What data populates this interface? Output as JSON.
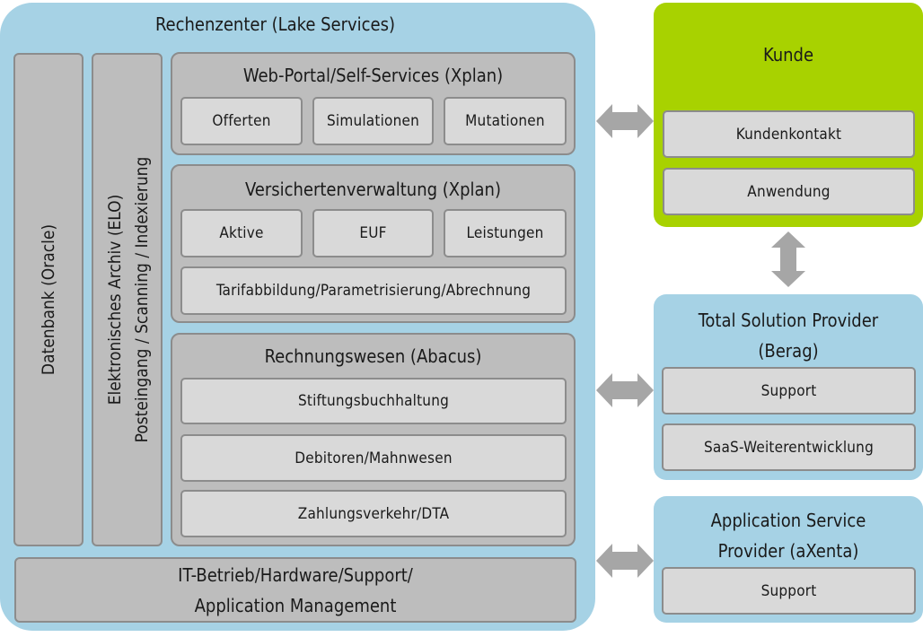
{
  "data_center": {
    "title": "Rechenzenter (Lake Services)",
    "database": "Datenbank (Oracle)",
    "archive": {
      "line1": "Elektronisches Archiv (ELO)",
      "line2": "Posteingang / Scanning / Indexierung"
    },
    "web_portal": {
      "title": "Web-Portal/Self-Services (Xplan)",
      "items": [
        "Offerten",
        "Simulationen",
        "Mutationen"
      ]
    },
    "insured_admin": {
      "title": "Versichertenverwaltung (Xplan)",
      "items": [
        "Aktive",
        "EUF",
        "Leistungen"
      ],
      "wide_item": "Tarifabbildung/Parametrisierung/Abrechnung"
    },
    "accounting": {
      "title": "Rechnungswesen (Abacus)",
      "items": [
        "Stiftungsbuchhaltung",
        "Debitoren/Mahnwesen",
        "Zahlungsverkehr/DTA"
      ]
    },
    "it_operations": {
      "line1": "IT-Betrieb/Hardware/Support/",
      "line2": "Application Management"
    }
  },
  "customer": {
    "title": "Kunde",
    "items": [
      "Kundenkontakt",
      "Anwendung"
    ]
  },
  "total_solution_provider": {
    "title_line1": "Total Solution Provider",
    "title_line2": "(Berag)",
    "items": [
      "Support",
      "SaaS-Weiterentwicklung"
    ]
  },
  "application_service_provider": {
    "title_line1": "Application Service",
    "title_line2": "Provider (aXenta)",
    "items": [
      "Support"
    ]
  },
  "arrows": [
    {
      "from": "data-center",
      "to": "customer",
      "type": "bidirectional-horizontal"
    },
    {
      "from": "customer",
      "to": "total-solution-provider",
      "type": "bidirectional-vertical"
    },
    {
      "from": "data-center",
      "to": "total-solution-provider",
      "type": "bidirectional-horizontal"
    },
    {
      "from": "data-center",
      "to": "application-service-provider",
      "type": "bidirectional-horizontal"
    }
  ],
  "colors": {
    "data_center_bg": "#a6d2e5",
    "customer_bg": "#a8d200",
    "group_bg": "#bdbdbd",
    "cell_bg": "#d9d9d9",
    "border": "#8c8c8c",
    "arrow": "#a6a6a6"
  }
}
